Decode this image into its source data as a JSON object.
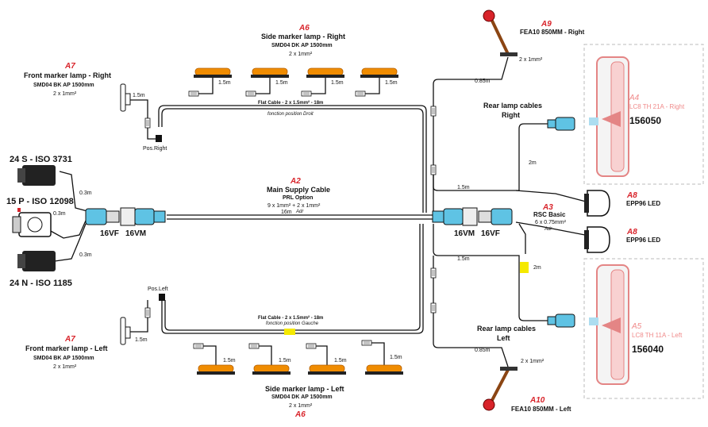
{
  "front_right": {
    "code": "A7",
    "title": "Front marker lamp - Right",
    "model": "SMD04 BK AP 1500mm",
    "spec": "2 x 1mm²",
    "cable_len": "1.5m",
    "pos_label": "Pos.Right"
  },
  "front_left": {
    "code": "A7",
    "title": "Front marker lamp - Left",
    "model": "SMD04 BK AP 1500mm",
    "spec": "2 x 1mm²",
    "cable_len": "1.5m",
    "pos_label": "Pos.Left"
  },
  "side_right": {
    "code": "A6",
    "title": "Side marker lamp - Right",
    "model": "SMD04 DK AP 1500mm",
    "spec": "2 x 1mm²",
    "lamp_cable_lens": [
      "1.5m",
      "1.5m",
      "1.5m",
      "1.5m"
    ]
  },
  "side_left": {
    "code": "A6",
    "title": "Side marker lamp - Left",
    "model": "SMD04 DK AP 1500mm",
    "spec": "2 x 1mm²",
    "lamp_cable_lens": [
      "1.5m",
      "1.5m",
      "1.5m",
      "1.5m"
    ]
  },
  "flat_right": {
    "title": "Flat Cable - 2 x 1.5mm² - 18m",
    "note": "fonction position Droit"
  },
  "flat_left": {
    "title": "Flat Cable - 2 x 1.5mm² - 18m",
    "note": "fonction position Gauche"
  },
  "sockets": {
    "s24": "24 S - ISO 3731",
    "p15": "15 P - ISO 12098",
    "n24": "24 N - ISO 1185",
    "len_top": "0.3m",
    "len_mid": "0.3m",
    "len_bot": "0.3m"
  },
  "main": {
    "code": "A2",
    "title": "Main Supply Cable",
    "option": "PRL Option",
    "spec": "9 x 1mm² + 2 x 1mm²",
    "length": "16m",
    "adr": "Adr",
    "left_vf": "16VF",
    "left_vm": "16VM",
    "right_vm": "16VM",
    "right_vf": "16VF"
  },
  "rsc": {
    "code": "A3",
    "title": "RSC Basic",
    "spec": "6 x 0.75mm²",
    "adr": "Adr"
  },
  "fea_right": {
    "code": "A9",
    "title": "FEA10  850MM - Right",
    "spec": "2 x 1mm²",
    "len": "0.85m"
  },
  "fea_left": {
    "code": "A10",
    "title": "FEA10  850MM - Left",
    "spec": "2 x 1mm²",
    "len": "0.85m"
  },
  "rear_right": {
    "code": "A4",
    "title": "Rear lamp cables",
    "side": "Right",
    "model": "LC8 TH 21A - Right",
    "part": "156050",
    "len_upper": "2m",
    "len_lower": "1.5m"
  },
  "rear_left": {
    "code": "A5",
    "title": "Rear lamp cables",
    "side": "Left",
    "model": "LC8 TH 11A - Left",
    "part": "156040",
    "len_upper": "1.5m",
    "len_lower": "2m"
  },
  "epp_top": {
    "code": "A8",
    "title": "EPP96 LED"
  },
  "epp_bot": {
    "code": "A8",
    "title": "EPP96 LED"
  },
  "colors": {
    "accent": "#d8232a",
    "cable": "#111111",
    "connector": "#5fc3e4",
    "amber": "#f08c00",
    "marker_yellow": "#f5e900"
  }
}
